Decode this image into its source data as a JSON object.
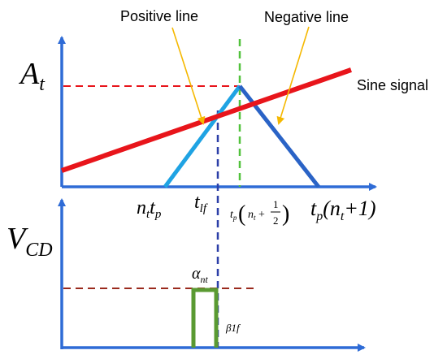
{
  "colors": {
    "axis": "#2E6BD6",
    "sine": "#E8151B",
    "positive_line": "#1FA3E3",
    "negative_line": "#2A63C6",
    "ref_dash": "#E8151B",
    "mid_dash": "#52C23D",
    "tlf_dash": "#2C3FA8",
    "vcd_dash": "#9A2A1D",
    "pulse": "#5A9A32",
    "pointer": "#F5B800"
  },
  "labels": {
    "positive_line": "Positive line",
    "negative_line": "Negative line",
    "sine_signal": "Sine signal"
  },
  "math": {
    "At": {
      "main": "A",
      "sub": "t"
    },
    "VCD": {
      "main": "V",
      "sub": "CD"
    },
    "nt_tp": {
      "n": "n",
      "n_sub": "t",
      "t": "t",
      "t_sub": "p"
    },
    "tlf": {
      "main": "t",
      "sub": "lf"
    },
    "tp_half": {
      "t": "t",
      "t_sub": "p",
      "lparen": "(",
      "n": "n",
      "n_sub": "t",
      "plus": " + ",
      "num": "1",
      "den": "2",
      "rparen": ")"
    },
    "tp_next": {
      "t": "t",
      "t_sub": "p",
      "rest": "(n",
      "n_sub": "t",
      "tail": "+1)"
    },
    "alpha": {
      "main": "α",
      "sub": "nt"
    },
    "beta": {
      "main": "β1f"
    }
  }
}
